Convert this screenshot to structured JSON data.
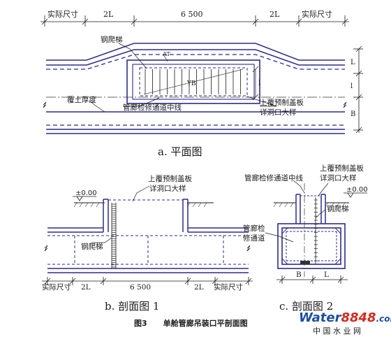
{
  "plan": {
    "dims_top": [
      "实际尺寸",
      "2L",
      "6 500",
      "2L",
      "实际尺寸"
    ],
    "label_ladder": "钢爬梯",
    "label_yb": "YB",
    "label_cover": "覆土厚度",
    "label_centerline": "管廊检修通道中线",
    "label_slab_1": "上覆预制盖板",
    "label_slab_2": "详洞口大样",
    "dim_right_L": "L",
    "dim_right_l": "l",
    "dim_right_B": "B",
    "dim_inner_l": "l",
    "caption": "a. 平面图"
  },
  "section1": {
    "label_slab_1": "上覆预制盖板",
    "label_slab_2": "详洞口大样",
    "elevation": "±0.00",
    "label_ladder": "钢爬梯",
    "dims_bottom": [
      "实际尺寸",
      "2L",
      "6 500",
      "2L",
      "实际尺寸"
    ],
    "caption": "b. 剖面图 1"
  },
  "section2": {
    "label_centerline": "管廊检修通道中线",
    "label_slab_1": "上覆预制盖板",
    "label_slab_2": "详洞口大样",
    "elevation": "±0.00",
    "label_ladder": "钢爬梯",
    "label_channel_1": "管廊检",
    "label_channel_2": "修通道",
    "dims_bottom": [
      "B",
      "L"
    ],
    "caption": "c. 剖面图 2"
  },
  "figure_caption": "图3      单舱管廊吊装口平剖面图",
  "watermark": {
    "brand_a": "Water",
    "brand_b": "8848",
    "brand_c": ".com",
    "sub": "中 国 水 业 网",
    "colors": {
      "blue": "#1c4fa0",
      "red": "#d42a1e"
    }
  },
  "colors": {
    "line": "#2b2b8c",
    "ink": "#1a1a1a",
    "hatch": "#333333"
  }
}
